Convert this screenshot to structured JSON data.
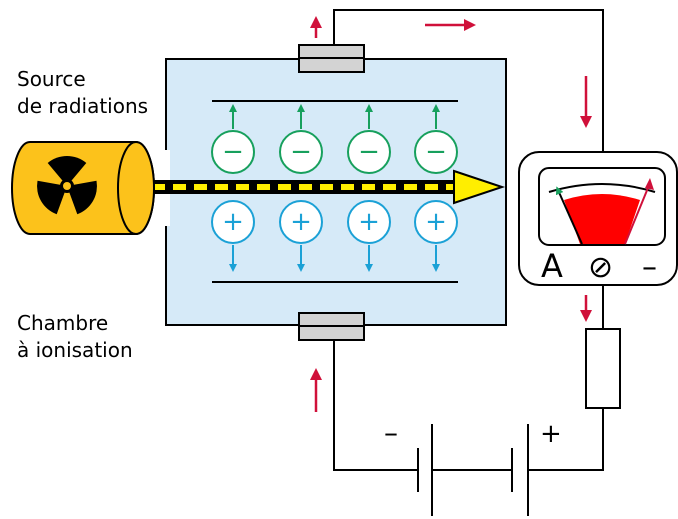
{
  "labels": {
    "source_line1": "Source",
    "source_line2": "de radiations",
    "chamber_line1": "Chambre",
    "chamber_line2": "à ionisation"
  },
  "meter": {
    "unit_symbol": "A",
    "zero_symbol": "⊘",
    "polarity_symbol": "–"
  },
  "battery": {
    "negative_symbol": "–",
    "positive_symbol": "+"
  },
  "ions": {
    "negative": {
      "count": 4,
      "symbol": "−",
      "color": "#17a05d"
    },
    "positive": {
      "count": 4,
      "symbol": "+",
      "color": "#1ba1d6"
    }
  },
  "colors": {
    "chamber_fill": "#d6eaf8",
    "current_arrow": "#d0103a",
    "radiation_source": "#fcc21b",
    "beam_fill": "#ffee00",
    "meter_needle_zone": "#ff0000"
  }
}
